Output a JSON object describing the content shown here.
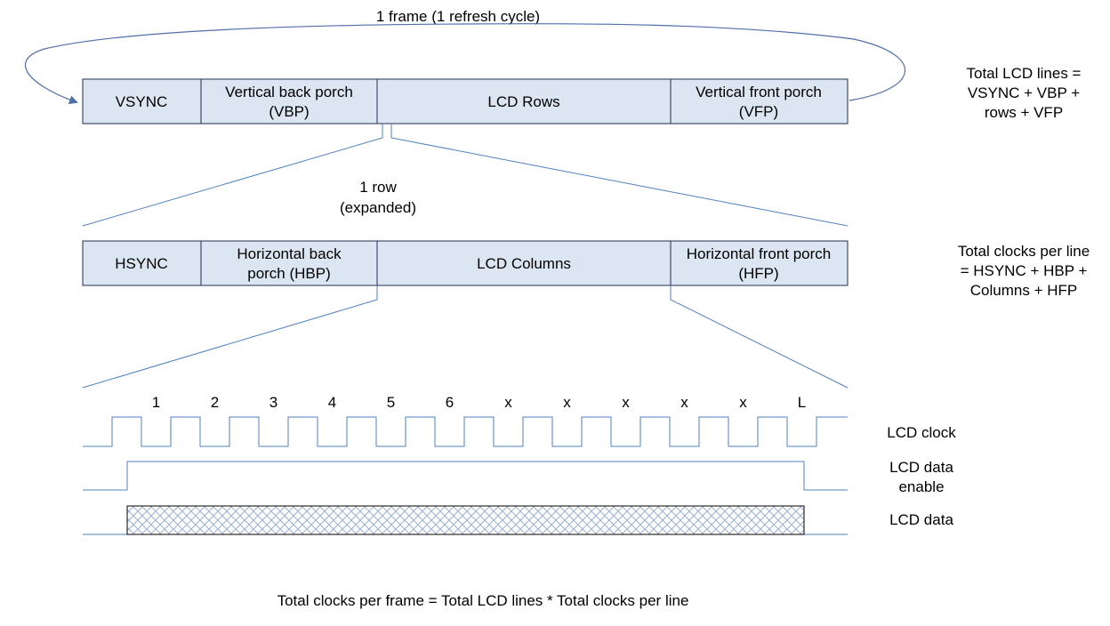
{
  "title": "1 frame (1 refresh cycle)",
  "frame_row": {
    "segments": [
      {
        "lines": [
          "VSYNC"
        ]
      },
      {
        "lines": [
          "Vertical back porch",
          "(VBP)"
        ]
      },
      {
        "lines": [
          "LCD Rows"
        ]
      },
      {
        "lines": [
          "Vertical front porch",
          "(VFP)"
        ]
      }
    ],
    "total_note": [
      "Total LCD lines =",
      "VSYNC + VBP +",
      "rows + VFP"
    ]
  },
  "row_expanded_label": [
    "1 row",
    "(expanded)"
  ],
  "line_row": {
    "segments": [
      {
        "lines": [
          "HSYNC"
        ]
      },
      {
        "lines": [
          "Horizontal back",
          "porch (HBP)"
        ]
      },
      {
        "lines": [
          "LCD Columns"
        ]
      },
      {
        "lines": [
          "Horizontal front porch",
          "(HFP)"
        ]
      }
    ],
    "total_note": [
      "Total clocks per line",
      "= HSYNC + HBP +",
      "Columns + HFP"
    ]
  },
  "clock_labels": [
    "1",
    "2",
    "3",
    "4",
    "5",
    "6",
    "x",
    "x",
    "x",
    "x",
    "x",
    "L"
  ],
  "signals": {
    "clock": [
      "LCD clock"
    ],
    "data_enable": [
      "LCD data",
      "enable"
    ],
    "data": [
      "LCD data"
    ]
  },
  "footer": "Total clocks per frame = Total LCD lines * Total clocks per line",
  "colors": {
    "box_fill": "#dce6f2",
    "box_stroke": "#1f2f4f",
    "line_blue": "#4f81bd",
    "arrow_blue": "#4f6fa8",
    "hatch": "#9ab0cf"
  }
}
